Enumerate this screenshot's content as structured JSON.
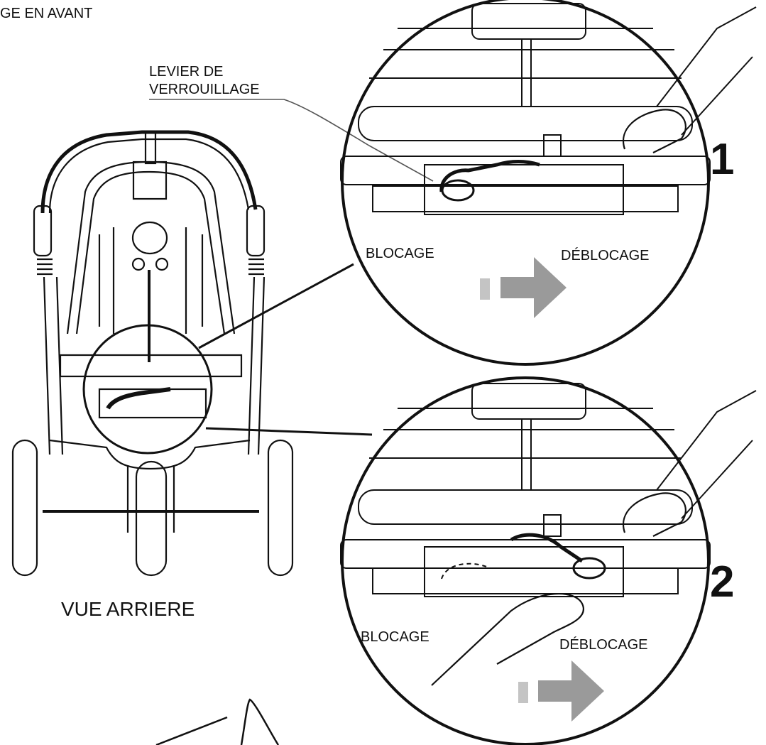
{
  "header": {
    "title_fragment": "GE EN AVANT"
  },
  "callout": {
    "lever_line1": "LEVIER DE",
    "lever_line2": "VERROUILLAGE"
  },
  "rear_view": {
    "caption": "VUE ARRIERE"
  },
  "steps": [
    {
      "number": "1",
      "left_label": "BLOCAGE",
      "right_label": "DÉBLOCAGE"
    },
    {
      "number": "2",
      "left_label": "BLOCAGE",
      "right_label": "DÉBLOCAGE"
    }
  ],
  "colors": {
    "line": "#111111",
    "arrow_dark": "#9a9a9a",
    "arrow_light": "#c4c4c4"
  }
}
